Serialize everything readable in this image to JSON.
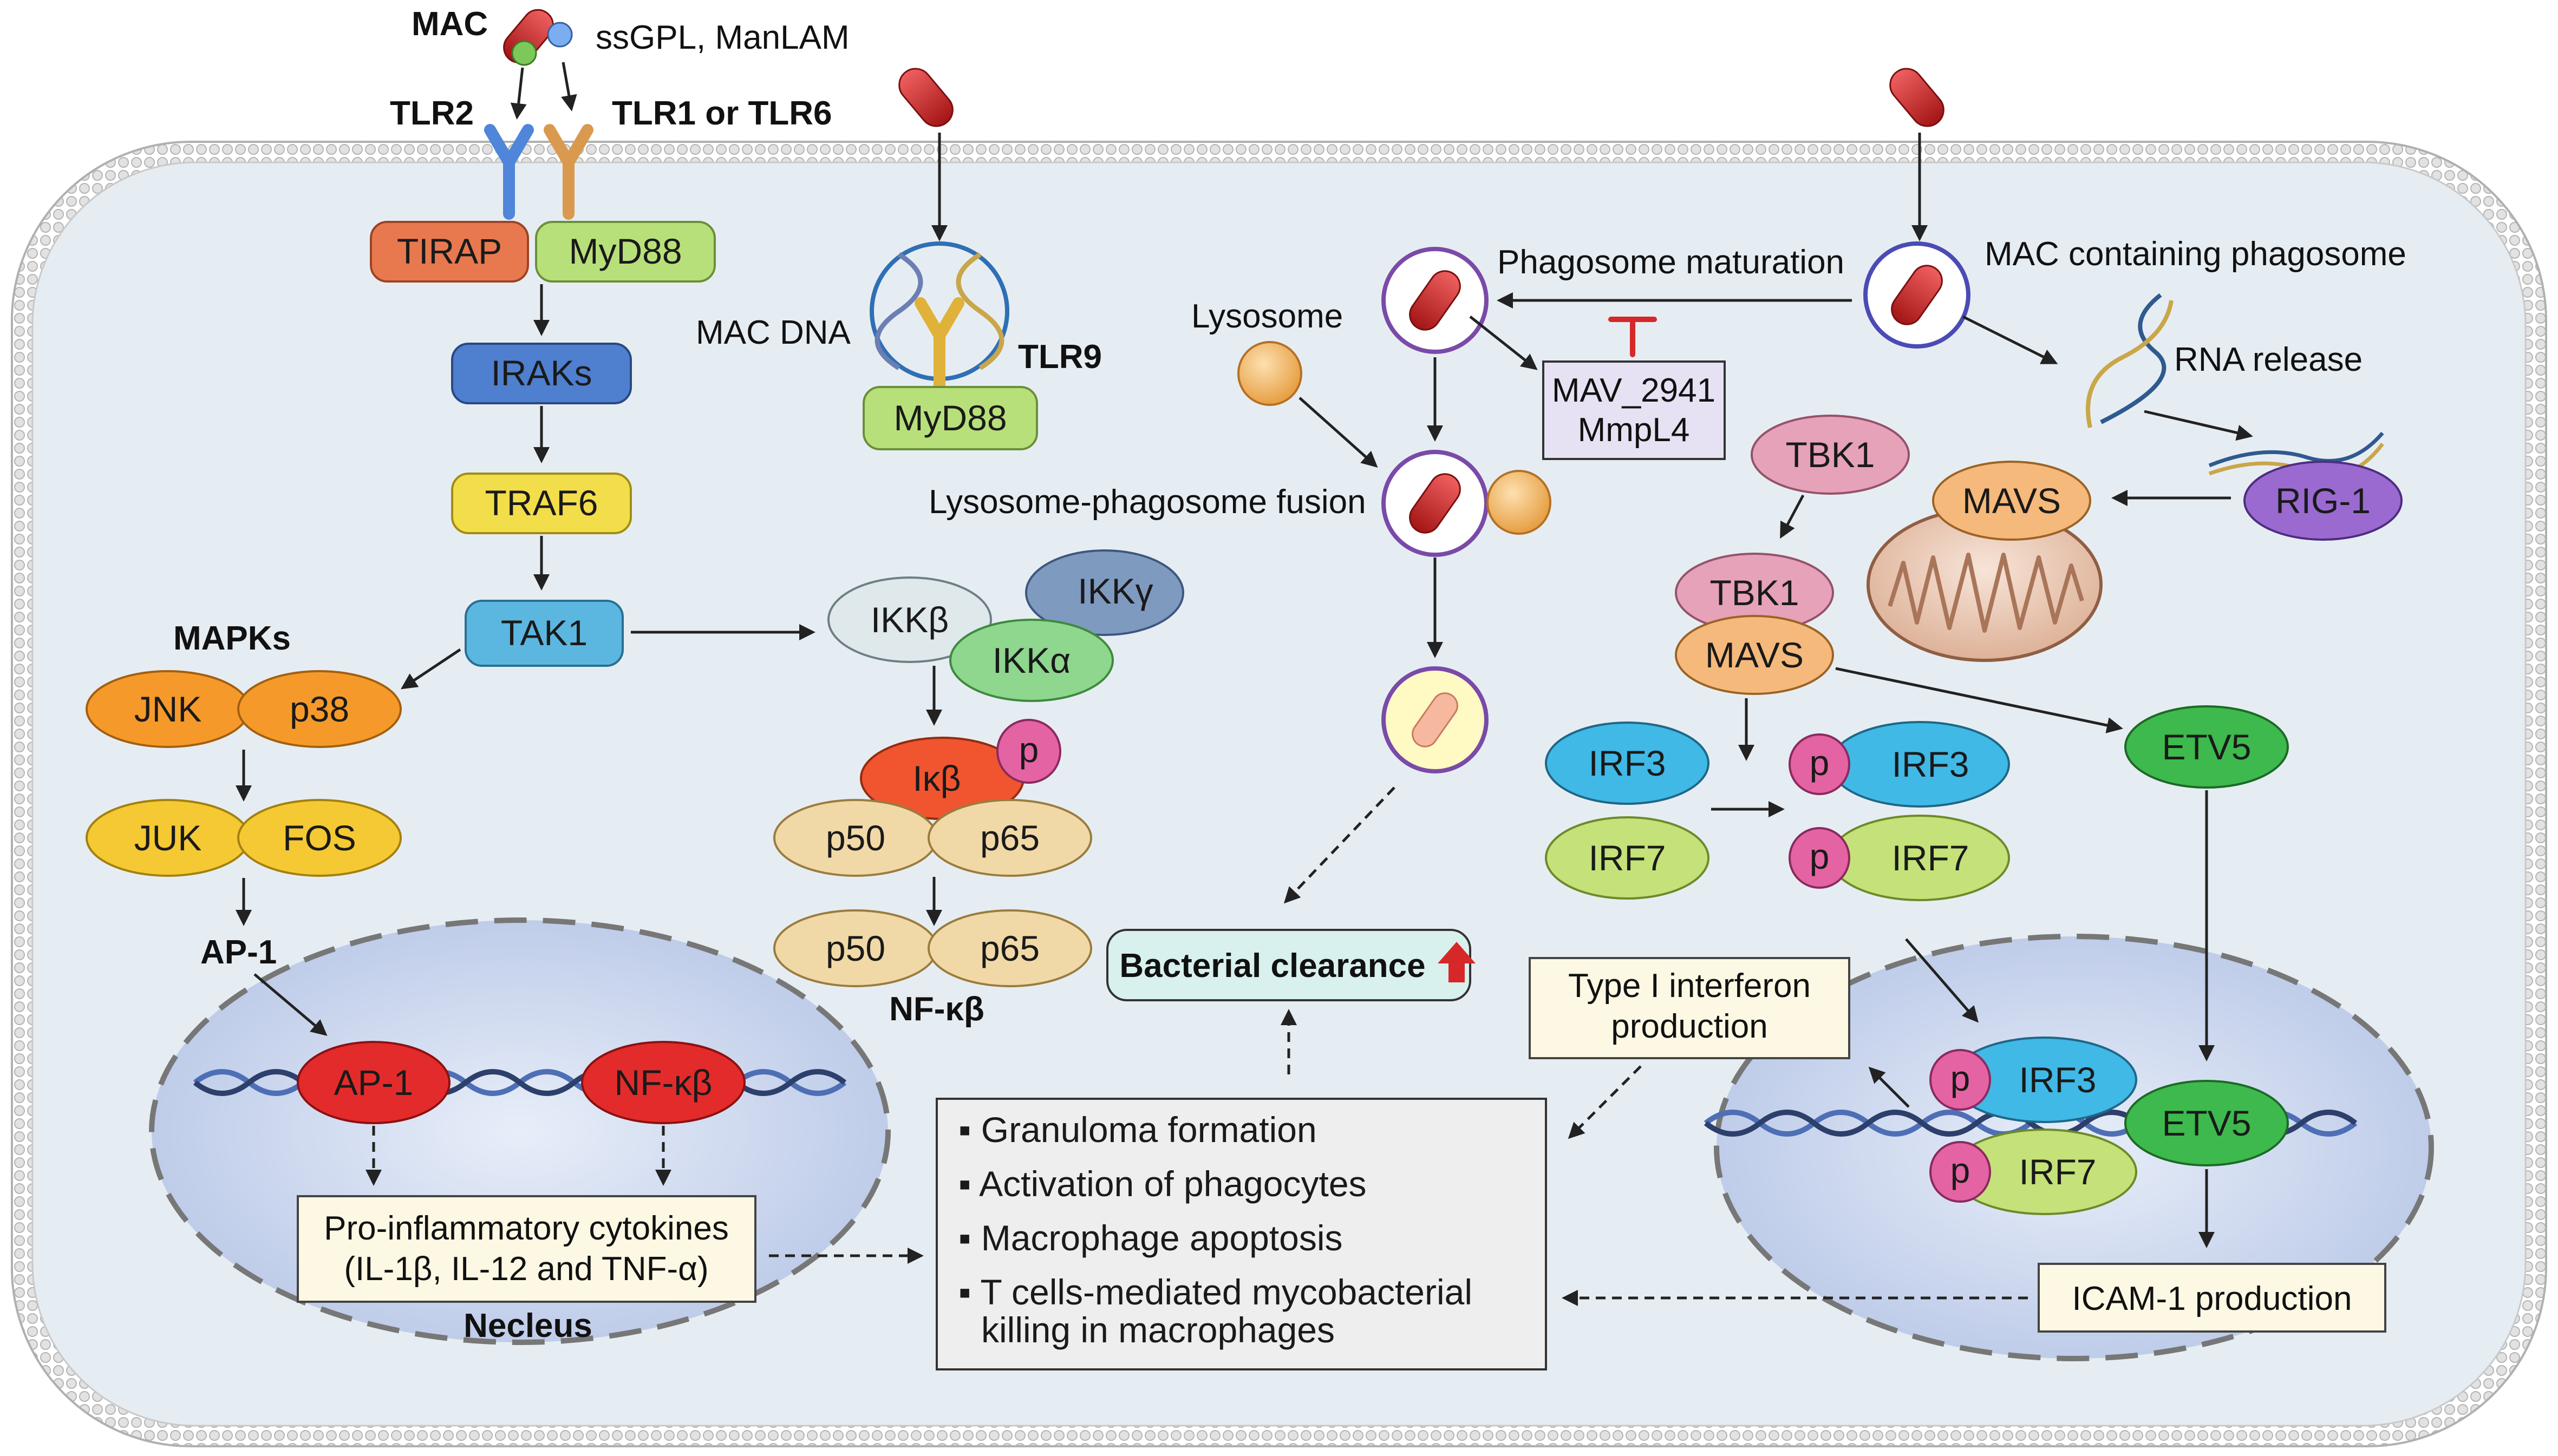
{
  "labels": {
    "mac": "MAC",
    "ligands": "ssGPL, ManLAM",
    "tlr2": "TLR2",
    "tlr1or6": "TLR1 or TLR6",
    "tirap": "TIRAP",
    "myd88": "MyD88",
    "myd88_2": "MyD88",
    "iraks": "IRAKs",
    "traf6": "TRAF6",
    "tak1": "TAK1",
    "mapks": "MAPKs",
    "jnk": "JNK",
    "p38": "p38",
    "juk": "JUK",
    "fos": "FOS",
    "ap1": "AP-1",
    "ap1_dna": "AP-1",
    "nfkb_dna": "NF-κβ",
    "cytokines_1": "Pro-inflammatory cytokines",
    "cytokines_2": "(IL-1β, IL-12 and TNF-α)",
    "nucleus": "Necleus",
    "mac_dna": "MAC DNA",
    "tlr9": "TLR9",
    "ikkb": "IKKβ",
    "ikkg": "IKKγ",
    "ikka": "IKKα",
    "ikb": "Iκβ",
    "p_ikb": "p",
    "p50_a": "p50",
    "p65_a": "p65",
    "p50_b": "p50",
    "p65_b": "p65",
    "nfkb": "NF-κβ",
    "lysosome": "Lysosome",
    "phagosome_maturation": "Phagosome maturation",
    "mav_1": "MAV_2941",
    "mav_2": "MmpL4",
    "fusion": "Lysosome-phagosome fusion",
    "bacterial_clearance": "Bacterial clearance",
    "mac_phagosome": "MAC containing phagosome",
    "rna_release": "RNA release",
    "rig1": "RIG-1",
    "mavs": "MAVS",
    "tbk1": "TBK1",
    "tbk1_2": "TBK1",
    "mavs_2": "MAVS",
    "etv5": "ETV5",
    "irf3": "IRF3",
    "irf7": "IRF7",
    "p_irf3": "p",
    "p_irf7": "p",
    "pirf3": "IRF3",
    "pirf7": "IRF7",
    "type1_1": "Type I interferon",
    "type1_2": "production",
    "n_p_irf3": "p",
    "n_irf3": "IRF3",
    "n_p_irf7": "p",
    "n_irf7": "IRF7",
    "n_etv5": "ETV5",
    "icam": "ICAM-1 production",
    "outcome_1": "▪ Granuloma formation",
    "outcome_2": "▪ Activation of phagocytes",
    "outcome_3": "▪ Macrophage apoptosis",
    "outcome_4": "▪ T cells-mediated mycobacterial",
    "outcome_5": "killing in macrophages"
  },
  "colors": {
    "membrane": "#d9d9d9",
    "cytoplasm": "#e6edf2",
    "nucleus": "#cfd9ef",
    "bacterium": "#d22a2a",
    "tirap": "#e8794f",
    "myd88": "#b8e07a",
    "iraks": "#4f7fcf",
    "traf6": "#f2de4a",
    "tak1": "#5bb7e0",
    "mapk": "#f59a2a",
    "juk": "#f5c933",
    "ap1": "#e32b2b",
    "ikkb": "#dfe8ea",
    "ikkg": "#7f9abf",
    "ikka": "#8fd68f",
    "ikb": "#f0552f",
    "phospho": "#e463a3",
    "p50p65": "#f1d9a7",
    "lysosome": "#f2b766",
    "mav_box": "#e7e2f3",
    "tbk1": "#e6a2b8",
    "mavs": "#f5b97b",
    "rig1": "#9a6ad0",
    "irf3": "#40b9e6",
    "irf7": "#c4e279",
    "etv5": "#3db94d",
    "clearance_box": "#d8f0ee",
    "outcomes_box": "#eeeeee",
    "note_box": "#fdf8e4",
    "inhibit": "#d62828"
  }
}
